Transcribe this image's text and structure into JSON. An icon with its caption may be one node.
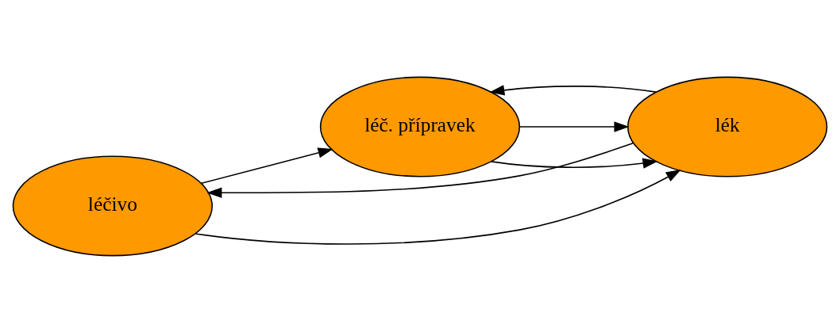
{
  "diagram": {
    "nodes": [
      {
        "text": [
          "léčivo"
        ]
      },
      {
        "text": [
          "léč. přípravek"
        ]
      },
      {
        "text": [
          "lék"
        ]
      }
    ],
    "edges": [
      {
        "from": 0,
        "to": 2,
        "arrow": "to"
      },
      {
        "from": 1,
        "to": 2,
        "arrow": "to"
      },
      {
        "from": 0,
        "to": 1,
        "arrow": "to"
      },
      {
        "from": 1,
        "to": 2,
        "arrow": "to"
      },
      {
        "from": 2,
        "to": 1,
        "arrow": "to"
      },
      {
        "from": 2,
        "to": 0,
        "arrow": "to"
      }
    ]
  }
}
